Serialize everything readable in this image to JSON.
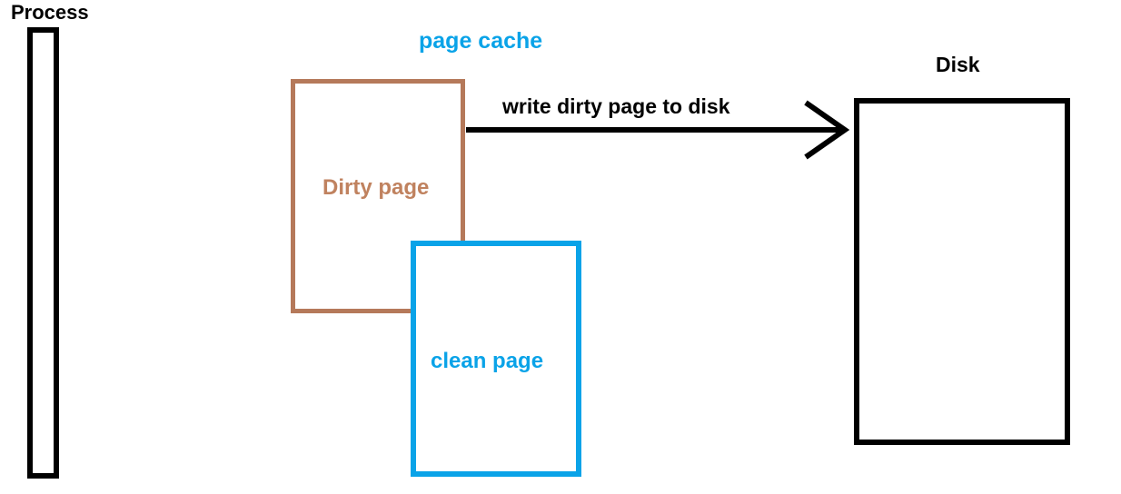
{
  "diagram": {
    "title_process": "Process",
    "title_page_cache": "page cache",
    "title_disk": "Disk",
    "arrow_label": "write dirty page to disk",
    "dirty_page_label": "Dirty page",
    "clean_page_label": "clean page",
    "colors": {
      "black": "#000000",
      "brown": "#b5795a",
      "brown_text": "#c0825f",
      "blue": "#0aa3e8",
      "background": "#ffffff"
    }
  }
}
